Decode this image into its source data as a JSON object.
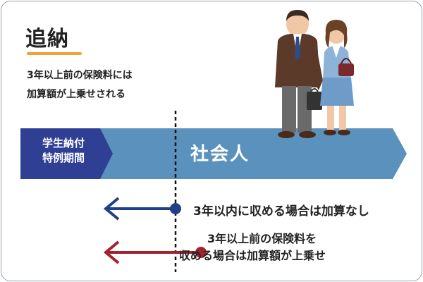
{
  "title": "追納",
  "description": {
    "line1": "3年以上前の保険料には",
    "line2": "加算額が上乗せされる"
  },
  "timeline": {
    "student_period": {
      "line1": "学生納付",
      "line2": "特例期間",
      "color": "#2f3f94"
    },
    "working_adult": {
      "label": "社会人",
      "color": "#5a92bd"
    }
  },
  "arrows": [
    {
      "note": "3年以内に収める場合は加算なし",
      "color": "#1e3f8a"
    },
    {
      "note_line1": "3年以上前の保険料を",
      "note_line2": "収める場合は加算額が上乗せ",
      "color": "#a3222e"
    }
  ],
  "colors": {
    "accent_underline": "#f0a23a",
    "divider_line": "#111111"
  }
}
